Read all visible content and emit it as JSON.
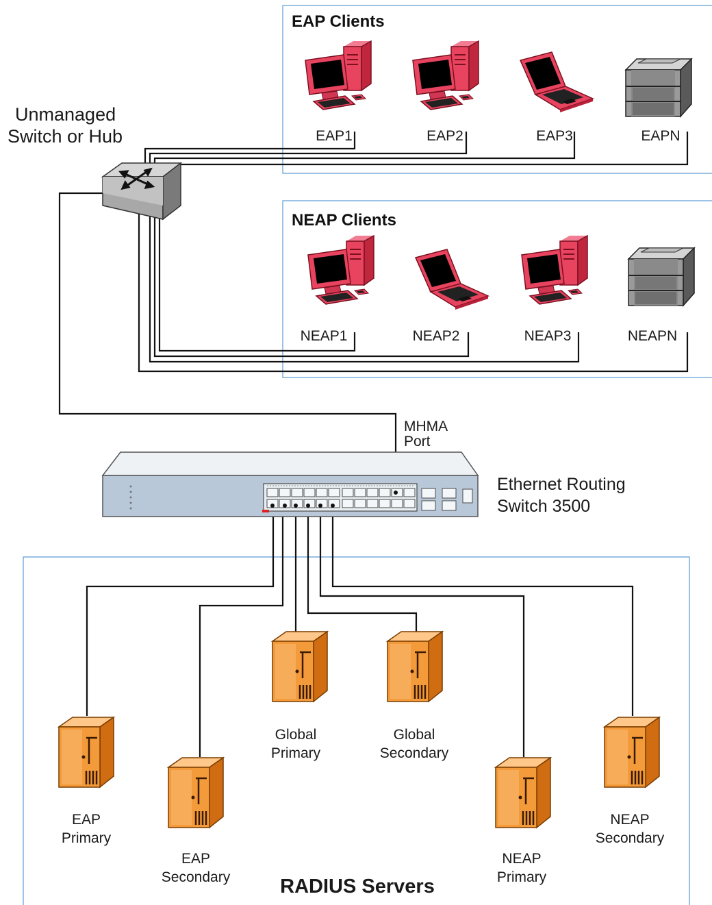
{
  "colors": {
    "group_border": "#5b9bd5",
    "client_pink": "#e8435f",
    "server_orange": "#f39a3a",
    "printer_gray": "#8a8a8a",
    "switch_body": "#b8c8d8",
    "cable": "#111111"
  },
  "groups": {
    "eap": {
      "title": "EAP Clients",
      "clients": [
        "EAP1",
        "EAP2",
        "EAP3",
        "EAPN"
      ]
    },
    "neap": {
      "title": "NEAP Clients",
      "clients": [
        "NEAP1",
        "NEAP2",
        "NEAP3",
        "NEAPN"
      ]
    },
    "radius": {
      "title": "RADIUS Servers"
    }
  },
  "unmanaged_switch": {
    "line1": "Unmanaged",
    "line2": "Switch or Hub"
  },
  "ers": {
    "line1": "Ethernet Routing",
    "line2": "Switch 3500"
  },
  "mhma": {
    "line1": "MHMA",
    "line2": "Port"
  },
  "servers": {
    "eap_primary": {
      "line1": "EAP",
      "line2": "Primary"
    },
    "eap_secondary": {
      "line1": "EAP",
      "line2": "Secondary"
    },
    "global_primary": {
      "line1": "Global",
      "line2": "Primary"
    },
    "global_secondary": {
      "line1": "Global",
      "line2": "Secondary"
    },
    "neap_primary": {
      "line1": "NEAP",
      "line2": "Primary"
    },
    "neap_secondary": {
      "line1": "NEAP",
      "line2": "Secondary"
    }
  },
  "icons": {
    "desktop": "desktop-computer-icon",
    "laptop": "laptop-icon",
    "printer": "printer-icon",
    "server": "server-tower-icon",
    "hub": "hub-icon",
    "switch": "ethernet-switch-icon"
  }
}
